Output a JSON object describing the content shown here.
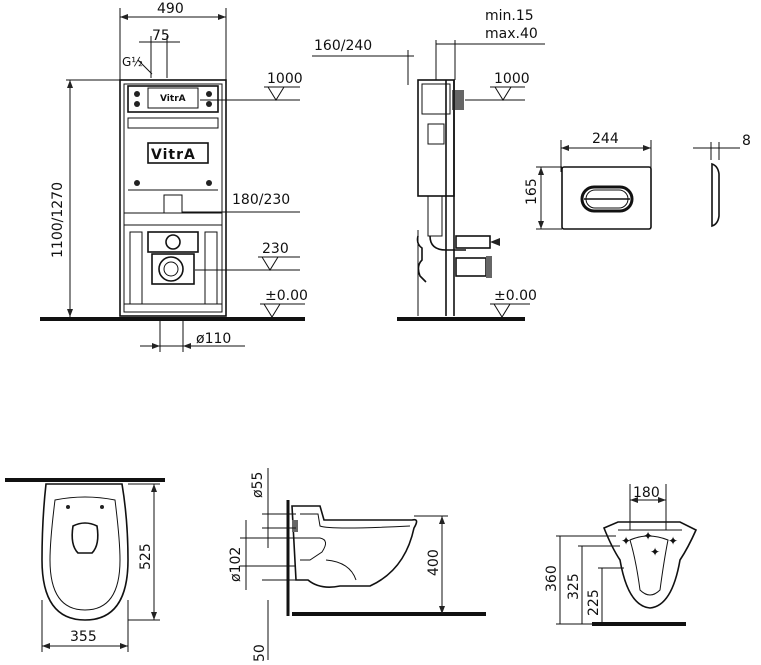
{
  "dimensions": {
    "frame_width": "490",
    "supply_offset": "75",
    "supply_thread": "G½",
    "frame_height": "1100/1270",
    "flush_height_front": "1000",
    "outlet_height": "180/230",
    "bowl_height": "230",
    "floor_front": "±0.00",
    "drain_diameter": "ø110",
    "wall_depth": "160/240",
    "plate_min": "min.15",
    "plate_max": "max.40",
    "flush_height_side": "1000",
    "floor_side": "±0.00",
    "plate_width": "244",
    "plate_height": "165",
    "plate_depth": "8",
    "bowl_length": "525",
    "bowl_width": "355",
    "inlet_diameter": "ø55",
    "outlet_diameter": "ø102",
    "rim_height": "400",
    "base_offset": "50",
    "bolt_spacing": "180",
    "fix_height_1": "360",
    "fix_height_2": "325",
    "fix_height_3": "225"
  },
  "branding": {
    "logo_small": "VitrA",
    "logo_large": "VitrA"
  }
}
